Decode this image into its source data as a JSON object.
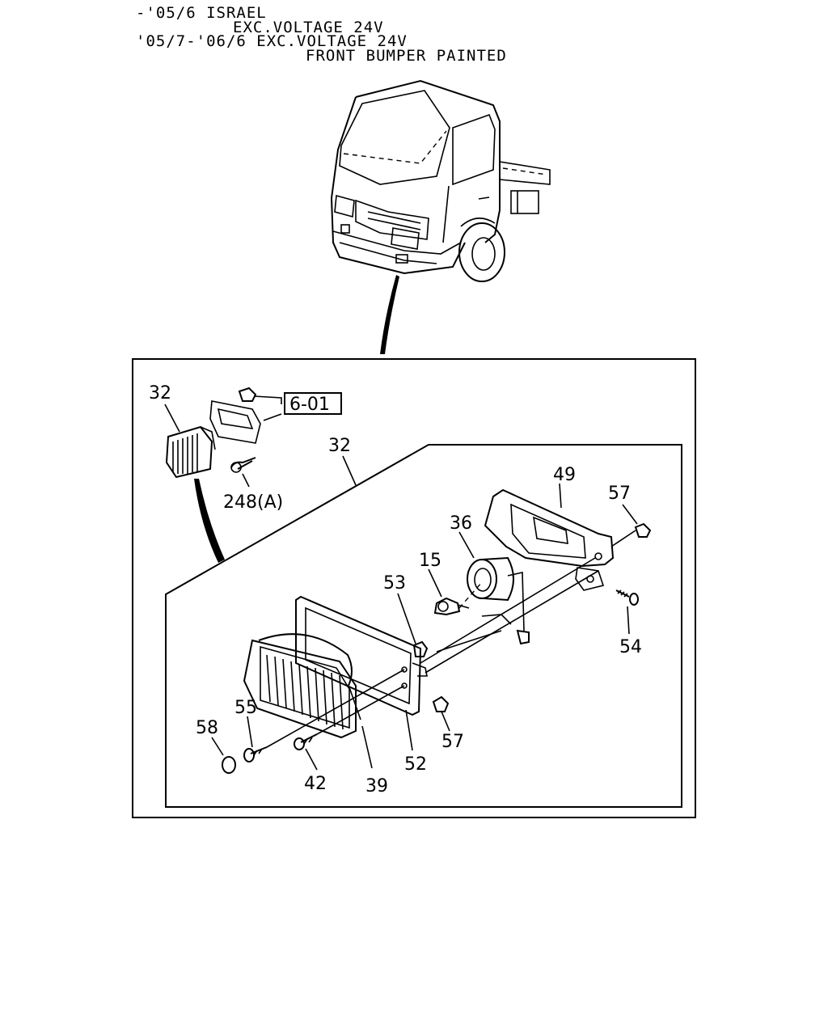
{
  "header": {
    "line1": "-'05/6 ISRAEL",
    "line2": "EXC.VOLTAGE 24V",
    "line3": "'05/7-'06/6 EXC.VOLTAGE 24V",
    "line4": "FRONT BUMPER PAINTED"
  },
  "callouts": {
    "c32a": "32",
    "c601": "6-01",
    "c248": "248(A)",
    "c32b": "32",
    "c49": "49",
    "c57a": "57",
    "c36": "36",
    "c15": "15",
    "c53": "53",
    "c54": "54",
    "c55": "55",
    "c58": "58",
    "c57b": "57",
    "c52": "52",
    "c42": "42",
    "c39": "39"
  }
}
